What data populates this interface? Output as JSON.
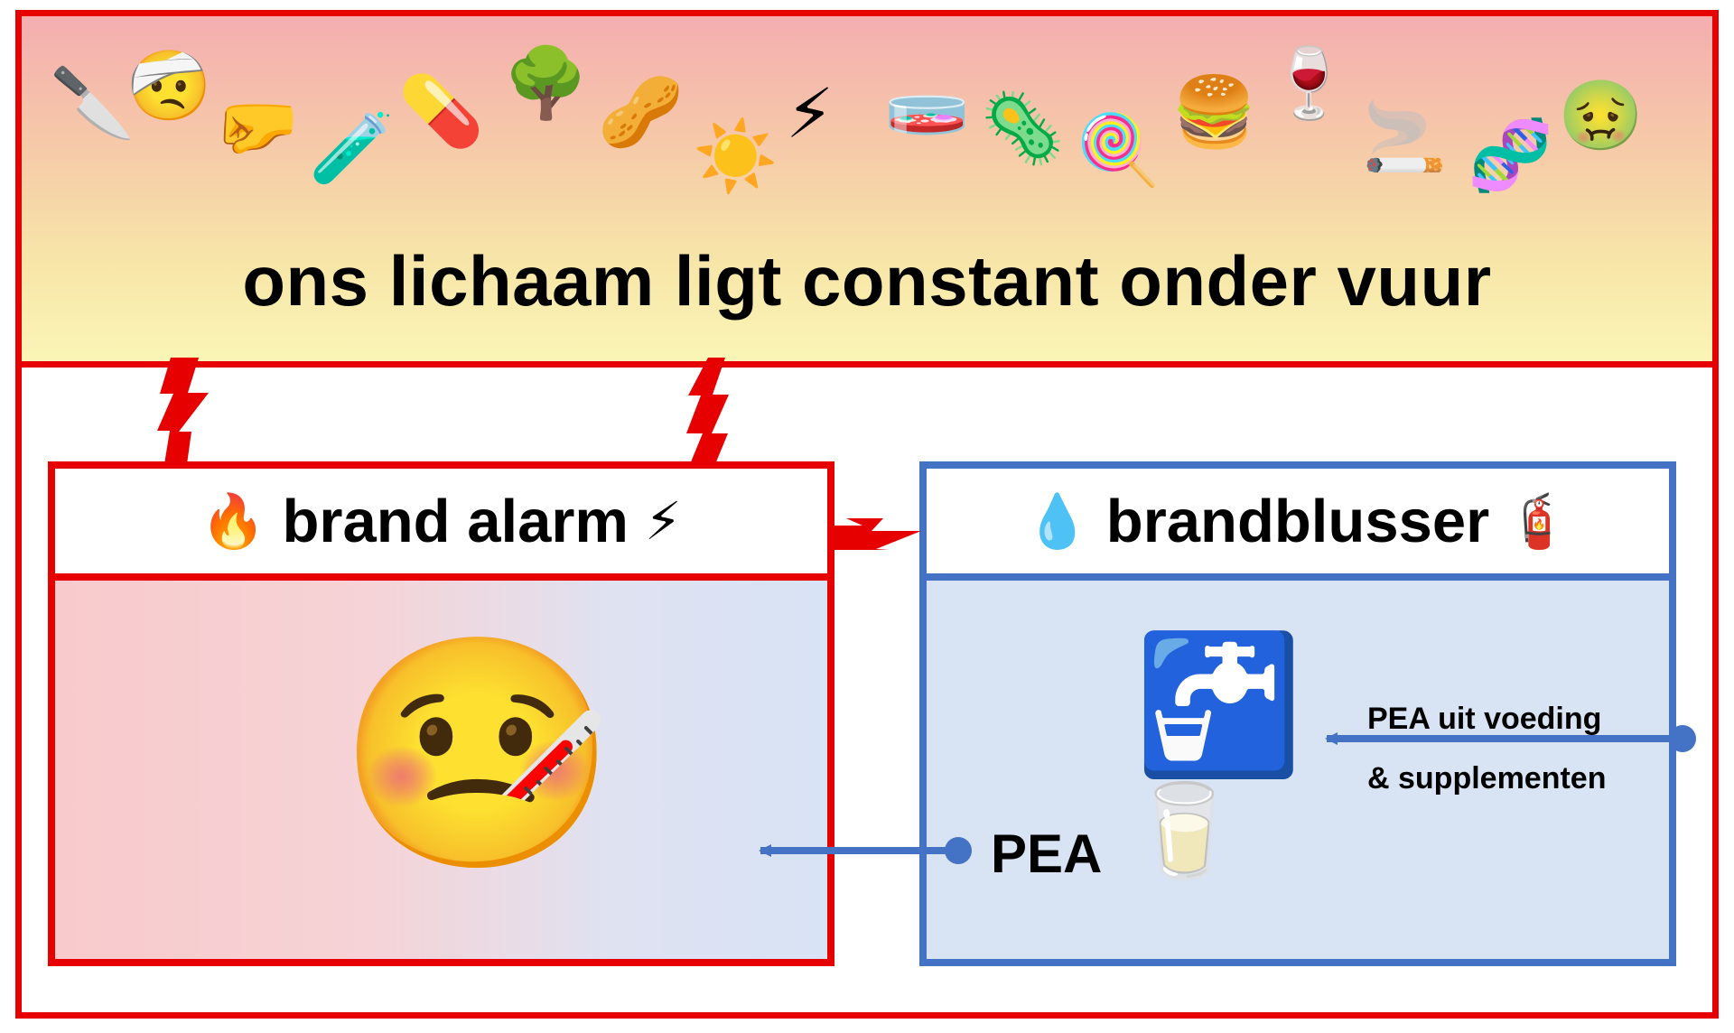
{
  "title": "ons lichaam ligt constant onder vuur",
  "emoji_strip": [
    {
      "char": "🔪",
      "name": "knife-icon"
    },
    {
      "char": "🤕",
      "name": "injured-face-icon"
    },
    {
      "char": "🤛",
      "name": "fist-icon"
    },
    {
      "char": "🧪",
      "name": "chemical-flask-icon"
    },
    {
      "char": "💊",
      "name": "pill-icon"
    },
    {
      "char": "🌳",
      "name": "tree-icon"
    },
    {
      "char": "🥜",
      "name": "peanut-icon"
    },
    {
      "char": "☀️",
      "name": "sun-icon"
    },
    {
      "char": "⚡",
      "name": "lightning-icon"
    },
    {
      "char": "🧫",
      "name": "petri-dish-icon"
    },
    {
      "char": "🦠",
      "name": "virus-icon"
    },
    {
      "char": "🍭",
      "name": "lollipop-icon"
    },
    {
      "char": "🍔",
      "name": "burger-icon"
    },
    {
      "char": "🍷",
      "name": "wine-icon"
    },
    {
      "char": "🚬",
      "name": "cigarette-icon"
    },
    {
      "char": "🧬",
      "name": "dna-icon"
    },
    {
      "char": "🤢",
      "name": "nauseated-face-icon"
    }
  ],
  "alarm_box": {
    "title": "brand alarm",
    "left_icon": "🔥",
    "right_icon": "⚡",
    "face_icon": "🤒"
  },
  "blusser_box": {
    "title": "brandblusser",
    "left_icon": "💧",
    "right_icon": "🧯",
    "tap_icon": "🚰",
    "glass_icon": "🥛",
    "pea_label": "PEA",
    "source_line1": "PEA uit voeding",
    "source_line2": "& supplementen"
  },
  "colors": {
    "red": "#e60000",
    "blue": "#4472c4"
  }
}
